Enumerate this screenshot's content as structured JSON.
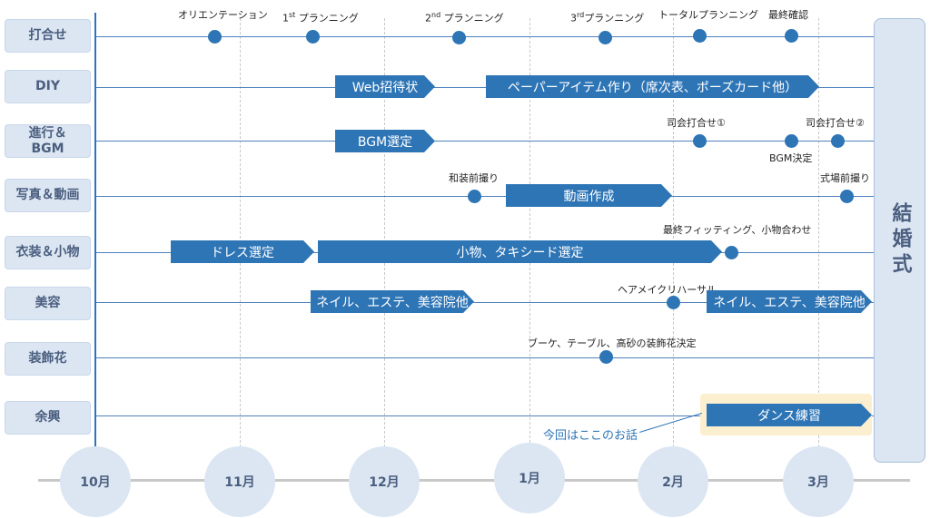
{
  "rows": [
    {
      "id": "meetings",
      "label": "打合せ"
    },
    {
      "id": "diy",
      "label": "DIY"
    },
    {
      "id": "progress_bgm",
      "label": "進行＆\nBGM"
    },
    {
      "id": "photo_video",
      "label": "写真＆動画"
    },
    {
      "id": "costume",
      "label": "衣装＆小物"
    },
    {
      "id": "beauty",
      "label": "美容"
    },
    {
      "id": "decoration_flowers",
      "label": "装飾花"
    },
    {
      "id": "entertainment",
      "label": "余興"
    }
  ],
  "months": [
    "10月",
    "11月",
    "12月",
    "1月",
    "2月",
    "3月"
  ],
  "ceremony_label": "結婚式",
  "milestones": {
    "orientation": "オリエンテーション",
    "planning1_num": "1",
    "planning1_sup": "st",
    "planning1_text": " プランニング",
    "planning2_num": "2",
    "planning2_sup": "nd",
    "planning2_text": " プランニング",
    "planning3_num": "3",
    "planning3_sup": "rd",
    "planning3_text": "プランニング",
    "total_planning": "トータルプランニング",
    "final_confirm": "最終確認",
    "mc_meeting1": "司会打合せ①",
    "mc_meeting2": "司会打合せ②",
    "bgm_decided": "BGM決定",
    "wasou_shoot": "和装前撮り",
    "venue_shoot": "式場前撮り",
    "final_fitting": "最終フィッティング、小物合わせ",
    "hair_makeup_rehearsal": "ヘアメイクリハーサル",
    "bouquet_decided": "ブーケ、テーブル、高砂の装飾花決定"
  },
  "tasks": {
    "web_invitation": "Web招待状",
    "paper_items": "ペーパーアイテム作り（席次表、ポーズカード他）",
    "bgm_selection": "BGM選定",
    "video_making": "動画作成",
    "dress_selection": "ドレス選定",
    "accessories_tuxedo": "小物、タキシード選定",
    "nail_esthe1": "ネイル、エステ、美容院他",
    "nail_esthe2": "ネイル、エステ、美容院他",
    "dance_practice": "ダンス練習"
  },
  "note": "今回はここのお話",
  "colors": {
    "accent": "#2e75b6",
    "label_bg": "#dce6f2",
    "label_text": "#4a5e7f",
    "highlight": "#fcefcf"
  }
}
